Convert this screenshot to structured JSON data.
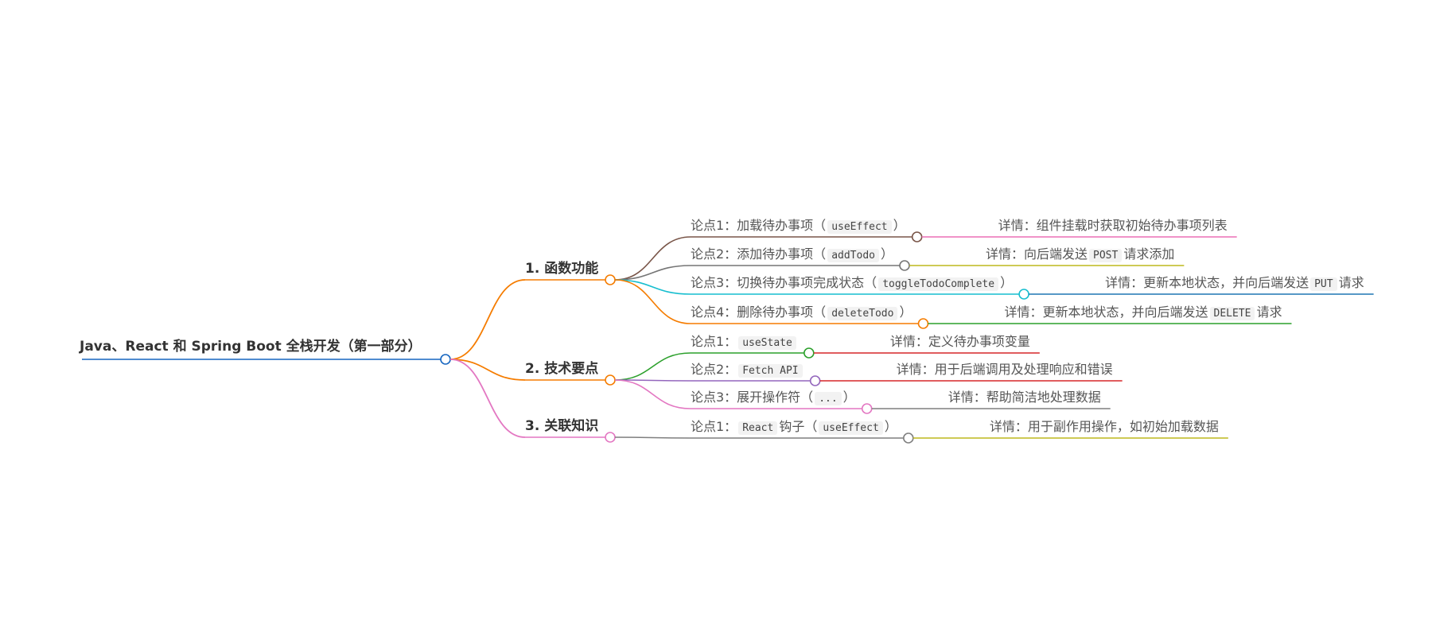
{
  "root": {
    "label": "Java、React 和 Spring Boot 全栈开发（第一部分）",
    "color": "#1565c0"
  },
  "branches": [
    {
      "label": "1. 函数功能",
      "color": "#f57c00",
      "points": [
        {
          "parts": [
            [
              "论点1：加载待办事项（"
            ],
            [
              "useEffect",
              1
            ],
            [
              "）"
            ]
          ],
          "detail": [
            [
              "详情：组件挂载时获取初始待办事项列表"
            ]
          ],
          "color": "#795548",
          "detail_color": "#ec6fb6"
        },
        {
          "parts": [
            [
              "论点2：添加待办事项（"
            ],
            [
              "addTodo",
              1
            ],
            [
              "）"
            ]
          ],
          "detail": [
            [
              "详情：向后端发送"
            ],
            [
              "POST",
              1
            ],
            [
              "请求添加"
            ]
          ],
          "color": "#757575",
          "detail_color": "#bdb81d"
        },
        {
          "parts": [
            [
              "论点3：切换待办事项完成状态（"
            ],
            [
              "toggleTodoComplete",
              1
            ],
            [
              "）"
            ]
          ],
          "detail": [
            [
              "详情：更新本地状态，并向后端发送"
            ],
            [
              "PUT",
              1
            ],
            [
              "请求"
            ]
          ],
          "color": "#17becf",
          "detail_color": "#1f77b4"
        },
        {
          "parts": [
            [
              "论点4：删除待办事项（"
            ],
            [
              "deleteTodo",
              1
            ],
            [
              "）"
            ]
          ],
          "detail": [
            [
              "详情：更新本地状态，并向后端发送"
            ],
            [
              "DELETE",
              1
            ],
            [
              "请求"
            ]
          ],
          "color": "#f57c00",
          "detail_color": "#2ca02c"
        }
      ]
    },
    {
      "label": "2. 技术要点",
      "color": "#f57c00",
      "points": [
        {
          "parts": [
            [
              "论点1："
            ],
            [
              "useState",
              1
            ]
          ],
          "detail": [
            [
              "详情：定义待办事项变量"
            ]
          ],
          "color": "#2ca02c",
          "detail_color": "#d62728"
        },
        {
          "parts": [
            [
              "论点2："
            ],
            [
              "Fetch API",
              1
            ]
          ],
          "detail": [
            [
              "详情：用于后端调用及处理响应和错误"
            ]
          ],
          "color": "#9467bd",
          "detail_color": "#d62728"
        },
        {
          "parts": [
            [
              "论点3：展开操作符（"
            ],
            [
              "...",
              1
            ],
            [
              "）"
            ]
          ],
          "detail": [
            [
              "详情：帮助简洁地处理数据"
            ]
          ],
          "color": "#e377c2",
          "detail_color": "#7f7f7f"
        }
      ]
    },
    {
      "label": "3. 关联知识",
      "color": "#e377c2",
      "points": [
        {
          "parts": [
            [
              "论点1："
            ],
            [
              "React",
              1
            ],
            [
              "钩子（"
            ],
            [
              "useEffect",
              1
            ],
            [
              "）"
            ]
          ],
          "detail": [
            [
              "详情：用于副作用操作，如初始加载数据"
            ]
          ],
          "color": "#7f7f7f",
          "detail_color": "#bdb81d"
        }
      ]
    }
  ]
}
